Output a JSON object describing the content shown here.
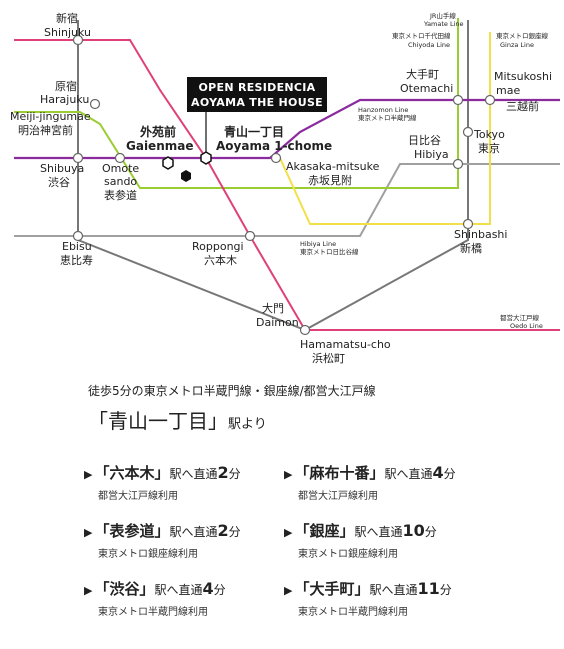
{
  "banner": {
    "line1": "OPEN RESIDENCIA",
    "line2": "AOYAMA THE HOUSE"
  },
  "stations": {
    "shinjuku": {
      "jp": "新宿",
      "en": "Shinjuku"
    },
    "harajuku": {
      "jp": "原宿",
      "en": "Harajuku"
    },
    "meiji_en": "Meiji-jingumae",
    "meiji_jp": "明治神宮前",
    "gaienmae": {
      "jp": "外苑前",
      "en": "Gaienmae"
    },
    "aoyama": {
      "jp": "青山一丁目",
      "en": "Aoyama 1-chome"
    },
    "shibuya": {
      "en": "Shibuya",
      "jp": "渋谷"
    },
    "omote": {
      "en1": "Omote",
      "en2": "sando",
      "jp": "表参道"
    },
    "akasaka": {
      "en": "Akasaka-mitsuke",
      "jp": "赤坂見附"
    },
    "otemachi": {
      "jp": "大手町",
      "en": "Otemachi"
    },
    "mitsukoshi": {
      "en1": "Mitsukoshi",
      "en2": "mae",
      "jp": "三越前"
    },
    "hibiya": {
      "jp": "日比谷",
      "en": "Hibiya"
    },
    "tokyo": {
      "en": "Tokyo",
      "jp": "東京"
    },
    "ebisu": {
      "en": "Ebisu",
      "jp": "恵比寿"
    },
    "roppongi": {
      "en": "Roppongi",
      "jp": "六本木"
    },
    "shinbashi": {
      "en": "Shinbashi",
      "jp": "新橋"
    },
    "daimon": {
      "jp": "大門",
      "en": "Daimon"
    },
    "hamamatsu": {
      "en": "Hamamatsu-cho",
      "jp": "浜松町"
    }
  },
  "lines": {
    "yamanote": {
      "jp": "JR山手線",
      "en": "Yamate Line",
      "color": "#777777"
    },
    "chiyoda": {
      "jp": "東京メトロ千代田線",
      "en": "Chiyoda Line",
      "color": "#9ACD32"
    },
    "ginza": {
      "jp": "東京メトロ銀座線",
      "en": "Ginza Line",
      "color": "#F2E04A"
    },
    "hanzomon": {
      "en": "Hanzomon Line",
      "jp": "東京メトロ半蔵門線",
      "color": "#8B2B9E"
    },
    "hibiya": {
      "en": "Hibiya Line",
      "jp": "東京メトロ日比谷線",
      "color": "#A0A0A0"
    },
    "oedo": {
      "jp": "都営大江戸線",
      "en": "Oedo Line",
      "color": "#E0407A"
    }
  },
  "info": {
    "lead": "徒歩5分の東京メトロ半蔵門線・銀座線/都営大江戸線",
    "station": "「青山一丁目」",
    "station_suffix": "駅より"
  },
  "routes": [
    {
      "dest": "「六本木」",
      "mid": "駅へ直通",
      "minutes": "2",
      "unit": "分",
      "via": "都営大江戸線利用"
    },
    {
      "dest": "「麻布十番」",
      "mid": "駅へ直通",
      "minutes": "4",
      "unit": "分",
      "via": "都営大江戸線利用"
    },
    {
      "dest": "「表参道」",
      "mid": "駅へ直通",
      "minutes": "2",
      "unit": "分",
      "via": "東京メトロ銀座線利用"
    },
    {
      "dest": "「銀座」",
      "mid": "駅へ直通",
      "minutes": "10",
      "unit": "分",
      "via": "東京メトロ銀座線利用"
    },
    {
      "dest": "「渋谷」",
      "mid": "駅へ直通",
      "minutes": "4",
      "unit": "分",
      "via": "東京メトロ半蔵門線利用"
    },
    {
      "dest": "「大手町」",
      "mid": "駅へ直通",
      "minutes": "11",
      "unit": "分",
      "via": "東京メトロ半蔵門線利用"
    }
  ]
}
